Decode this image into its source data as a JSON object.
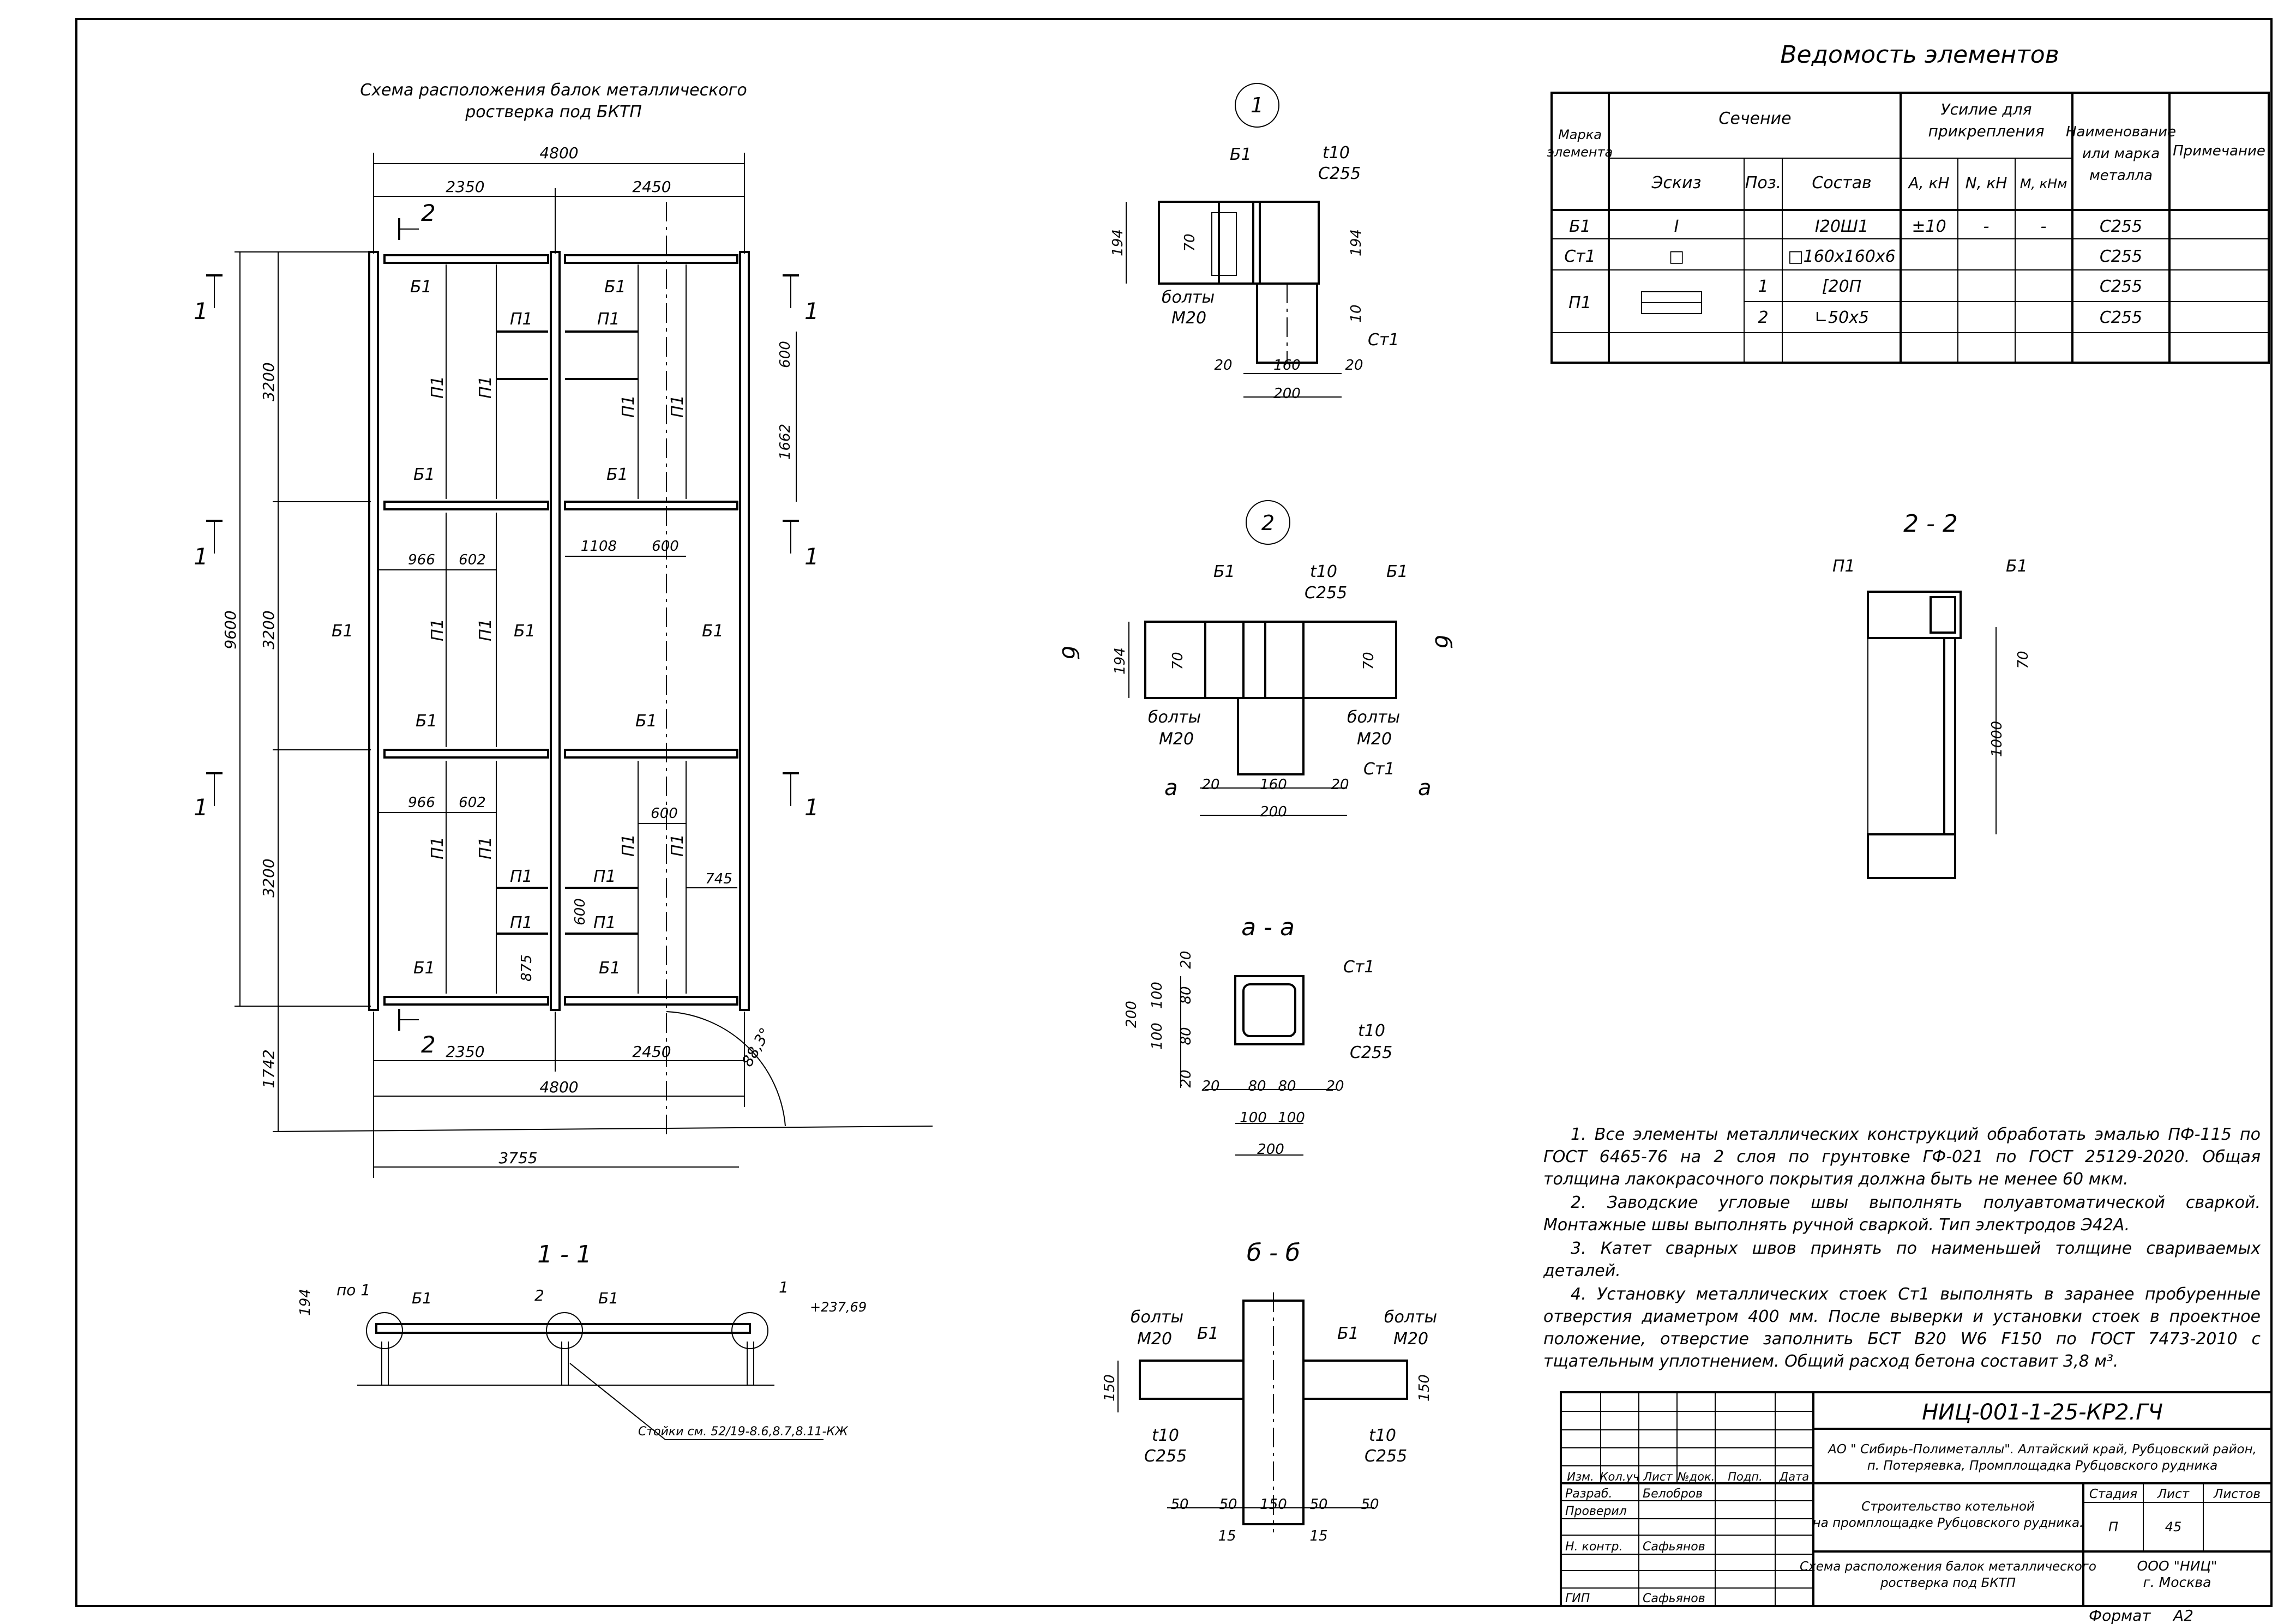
{
  "plan": {
    "title_line1": "Схема расположения балок металлического",
    "title_line2": "ростверка под БКТП",
    "dim_total": "4800",
    "dim_left": "2350",
    "dim_right": "2450",
    "dim_height_total": "9600",
    "dim_h1": "3200",
    "dim_h2": "3200",
    "dim_h3": "3200",
    "dim_bottom": "1742",
    "dim_3755": "3755",
    "dim_600": "600",
    "dim_1662": "1662",
    "dim_966": "966",
    "dim_602": "602",
    "dim_1108": "1108",
    "dim_745": "745",
    "dim_875": "875",
    "angle": "88,3°",
    "label_b1": "Б1",
    "label_p1": "П1",
    "section_1": "1",
    "section_2": "2"
  },
  "node1": {
    "number": "1",
    "b1": "Б1",
    "t10": "t10",
    "c255": "С255",
    "bolts": "болты",
    "m20": "М20",
    "st1": "Ст1",
    "d194": "194",
    "d70": "70",
    "d10": "10",
    "d20": "20",
    "d160": "160",
    "d200": "200"
  },
  "node2": {
    "number": "2",
    "section_b": "б",
    "section_a": "а"
  },
  "section_aa": {
    "title": "а - а",
    "d100": "100",
    "d80": "80"
  },
  "section_bb": {
    "title": "б - б",
    "d150": "150",
    "d50": "50",
    "d15": "15"
  },
  "section_11": {
    "title": "1 - 1",
    "po1": "по 1",
    "n2": "2",
    "n1": "1",
    "elev": "+237,69",
    "note": "Стойки см. 52/19-8.6,8.7,8.11-КЖ"
  },
  "section_22": {
    "title": "2 - 2",
    "d1000": "1000"
  },
  "table": {
    "title": "Ведомость элементов",
    "h_mark": "Марка элемента",
    "h_section": "Сечение",
    "h_force": "Усилие для прикрепления",
    "h_name": "Наименование или марка металла",
    "h_note": "Примечание",
    "h_sketch": "Эскиз",
    "h_pos": "Поз.",
    "h_comp": "Состав",
    "h_a": "А, кН",
    "h_n": "N, кН",
    "h_m": "М, кНм",
    "rows": [
      {
        "mark": "Б1",
        "sketch": "I",
        "pos": "",
        "comp": "I20Ш1",
        "a": "±10",
        "n": "-",
        "m": "-",
        "steel": "С255"
      },
      {
        "mark": "Ст1",
        "sketch": "□",
        "pos": "",
        "comp": "□160x160x6",
        "a": "",
        "n": "",
        "m": "",
        "steel": "С255"
      },
      {
        "mark": "П1",
        "sketch": "",
        "pos": "1",
        "comp": "[20П",
        "a": "",
        "n": "",
        "m": "",
        "steel": "С255"
      },
      {
        "mark": "",
        "sketch": "",
        "pos": "2",
        "comp": "∟50x5",
        "a": "",
        "n": "",
        "m": "",
        "steel": "С255"
      }
    ]
  },
  "notes": [
    "1. Все элементы металлических конструкций обработать эмалью ПФ-115 по ГОСТ 6465-76 на 2 слоя по грунтовке ГФ-021 по ГОСТ 25129-2020. Общая толщина лакокрасочного покрытия должна быть не менее 60 мкм.",
    "2. Заводские угловые швы выполнять полуавтоматической сваркой. Монтажные швы выполнять ручной сваркой. Тип электродов Э42А.",
    "3. Катет сварных швов принять по наименьшей толщине свариваемых деталей.",
    "4. Установку металлических стоек Ст1 выполнять в заранее пробуренные отверстия диаметром 400 мм. После выверки и установки стоек в проектное положение, отверстие заполнить БСТ В20 W6 F150 по ГОСТ 7473-2010 с тщательным уплотнением. Общий расход бетона составит 3,8 м³."
  ],
  "stamp": {
    "code": "НИЦ-001-1-25-КР2.ГЧ",
    "org_line1": "АО \" Сибирь-Полиметаллы\". Алтайский край, Рубцовский район,",
    "org_line2": "п. Потеряевка, Промплощадка Рубцовского рудника",
    "h_izm": "Изм.",
    "h_kol": "Кол.уч",
    "h_list": "Лист",
    "h_ndok": "№док.",
    "h_podp": "Подп.",
    "h_data": "Дата",
    "r_razrab": "Разраб.",
    "r_razrab_name": "Белобров",
    "r_proveril": "Проверил",
    "r_nkontr": "Н. контр.",
    "r_nkontr_name": "Сафьянов",
    "r_gip": "ГИП",
    "r_gip_name": "Сафьянов",
    "project_line1": "Строительство котельной",
    "project_line2": "на промплощадке Рубцовского рудника.",
    "h_stage": "Стадия",
    "h_sheet": "Лист",
    "h_sheets": "Листов",
    "stage": "П",
    "sheet": "45",
    "sheets": "",
    "drawing_line1": "Схема расположения балок металлического",
    "drawing_line2": "ростверка под БКТП",
    "company_line1": "ООО \"НИЦ\"",
    "company_line2": "г. Москва",
    "format_label": "Формат",
    "format_value": "А2"
  }
}
